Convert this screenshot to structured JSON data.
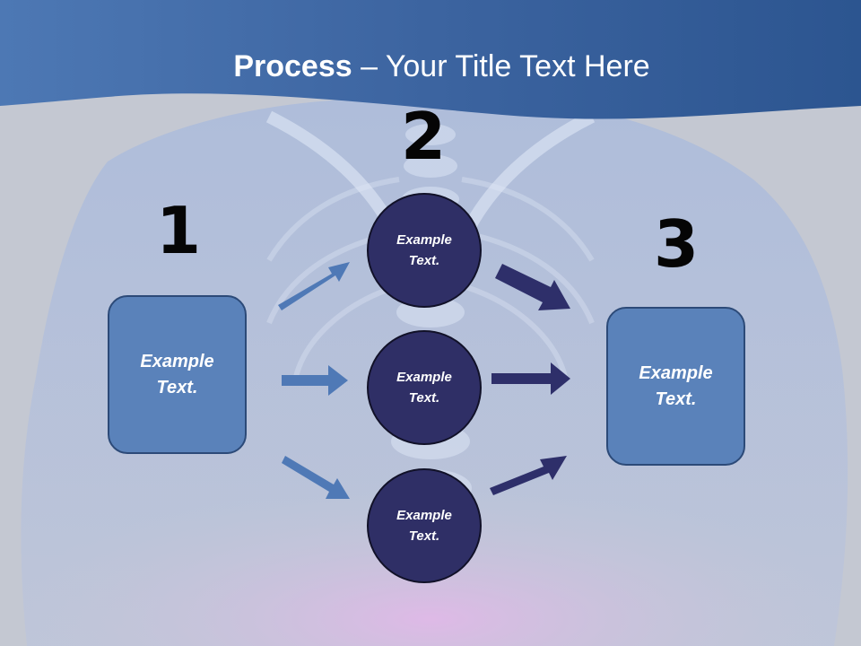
{
  "title": {
    "bold": "Process",
    "rest": " – Your Title Text Here"
  },
  "steps": {
    "one": "1",
    "two": "2",
    "three": "3"
  },
  "left_box": {
    "text": "Example Text."
  },
  "right_box": {
    "text": "Example Text."
  },
  "circles": [
    {
      "text": "Example Text."
    },
    {
      "text": "Example Text."
    },
    {
      "text": "Example Text."
    }
  ],
  "colors": {
    "header_blue": "#3e6aa4",
    "box_blue": "#5a82ba",
    "circle_navy": "#2f2f66",
    "arrow_light": "#4f79b6",
    "arrow_dark": "#2e2f6a"
  }
}
